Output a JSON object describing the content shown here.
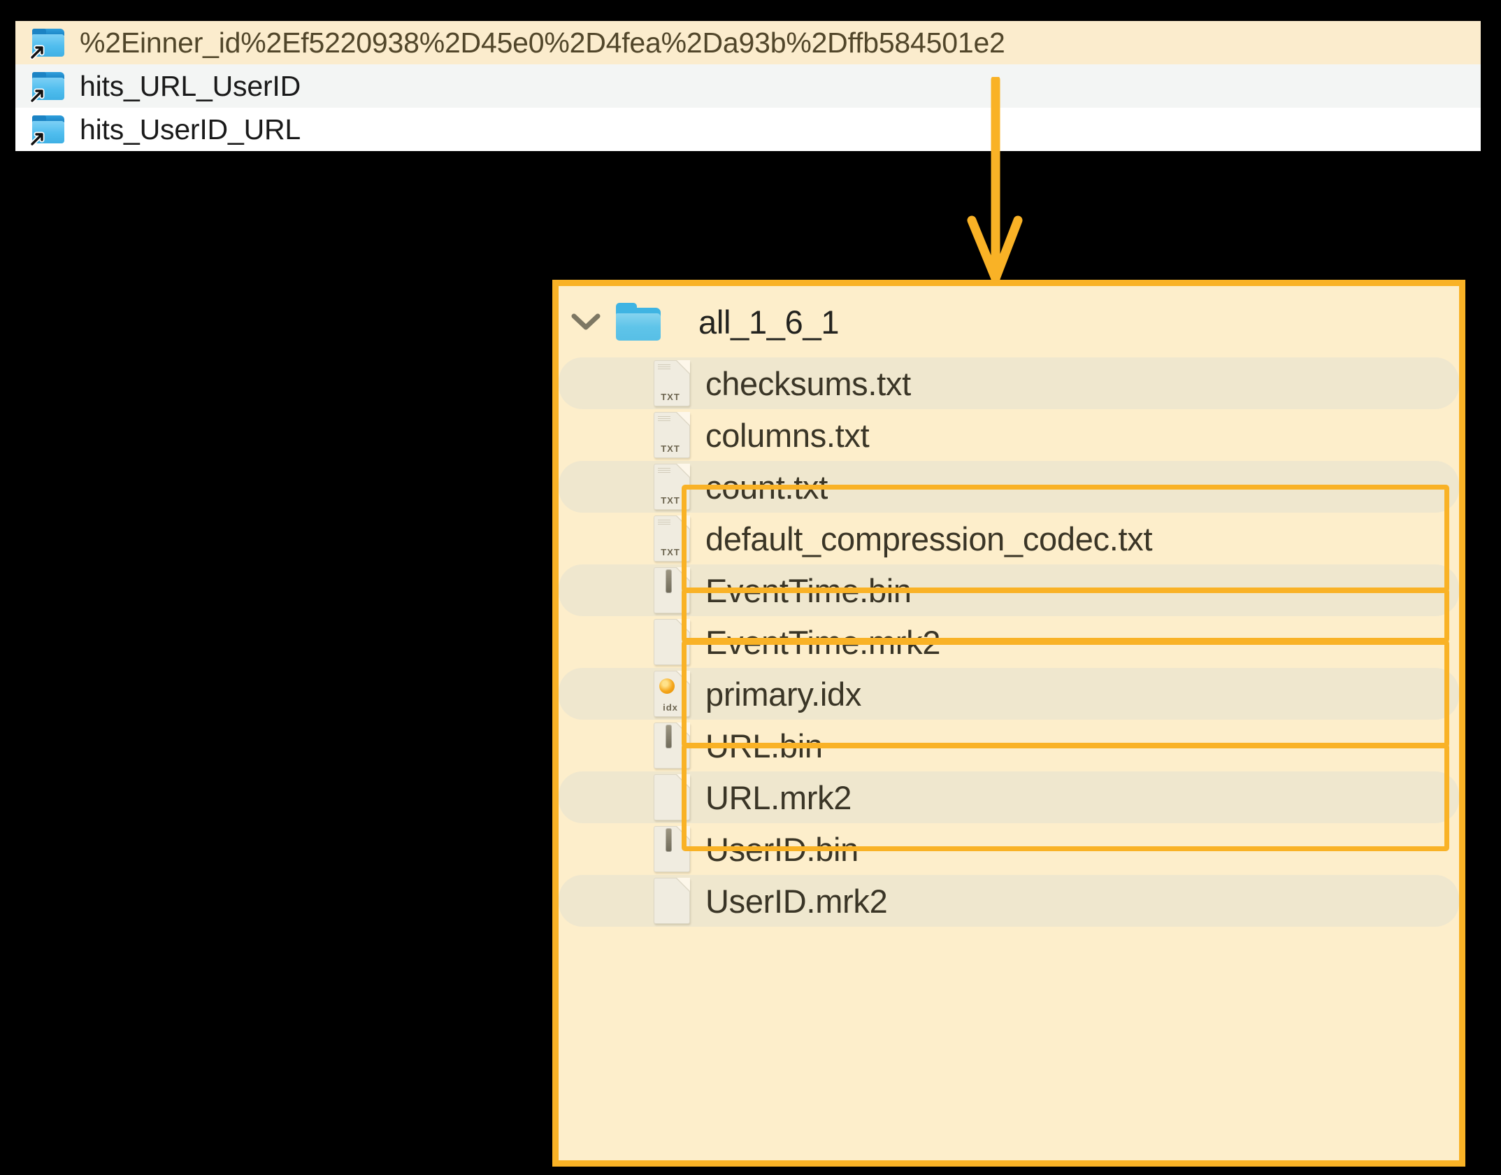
{
  "symlink_list": {
    "rows": [
      {
        "label": "%2Einner_id%2Ef5220938%2D45e0%2D4fea%2Da93b%2Dffb584501e2",
        "icon": "folder-shortcut-icon",
        "state": "highlight"
      },
      {
        "label": "hits_URL_UserID",
        "icon": "folder-shortcut-icon",
        "state": "zebra"
      },
      {
        "label": "hits_UserID_URL",
        "icon": "folder-shortcut-icon",
        "state": "plain"
      }
    ]
  },
  "arrow": {
    "name": "flow-arrow-down",
    "color": "#f9b226"
  },
  "directory_panel": {
    "border_color": "#f9b226",
    "background": "#fdeecb",
    "root": {
      "label": "all_1_6_1",
      "icon": "folder-icon",
      "expanded": true,
      "chevron": "chevron-down-icon"
    },
    "files": [
      {
        "label": "checksums.txt",
        "icon": "txt-file-icon",
        "ext": "TXT",
        "shade": true,
        "boxed": false
      },
      {
        "label": "columns.txt",
        "icon": "txt-file-icon",
        "ext": "TXT",
        "shade": false,
        "boxed": false
      },
      {
        "label": "count.txt",
        "icon": "txt-file-icon",
        "ext": "TXT",
        "shade": true,
        "boxed": false
      },
      {
        "label": "default_compression_codec.txt",
        "icon": "txt-file-icon",
        "ext": "TXT",
        "shade": false,
        "boxed": false
      },
      {
        "label": "EventTime.bin",
        "icon": "bin-file-icon",
        "ext": "",
        "shade": true,
        "boxed": true
      },
      {
        "label": "EventTime.mrk2",
        "icon": "blank-file-icon",
        "ext": "",
        "shade": false,
        "boxed": true
      },
      {
        "label": "primary.idx",
        "icon": "idx-file-icon",
        "ext": "idx",
        "shade": true,
        "boxed": true
      },
      {
        "label": "URL.bin",
        "icon": "bin-file-icon",
        "ext": "",
        "shade": false,
        "boxed": true
      },
      {
        "label": "URL.mrk2",
        "icon": "blank-file-icon",
        "ext": "",
        "shade": true,
        "boxed": true
      },
      {
        "label": "UserID.bin",
        "icon": "bin-file-icon",
        "ext": "",
        "shade": false,
        "boxed": true
      },
      {
        "label": "UserID.mrk2",
        "icon": "blank-file-icon",
        "ext": "",
        "shade": true,
        "boxed": true
      }
    ],
    "callout_groups": [
      {
        "name": "eventtime-column-files",
        "members": [
          "EventTime.bin",
          "EventTime.mrk2"
        ]
      },
      {
        "name": "primary-index-file",
        "members": [
          "primary.idx"
        ]
      },
      {
        "name": "url-column-files",
        "members": [
          "URL.bin",
          "URL.mrk2"
        ]
      },
      {
        "name": "userid-column-files",
        "members": [
          "UserID.bin",
          "UserID.mrk2"
        ]
      }
    ]
  }
}
